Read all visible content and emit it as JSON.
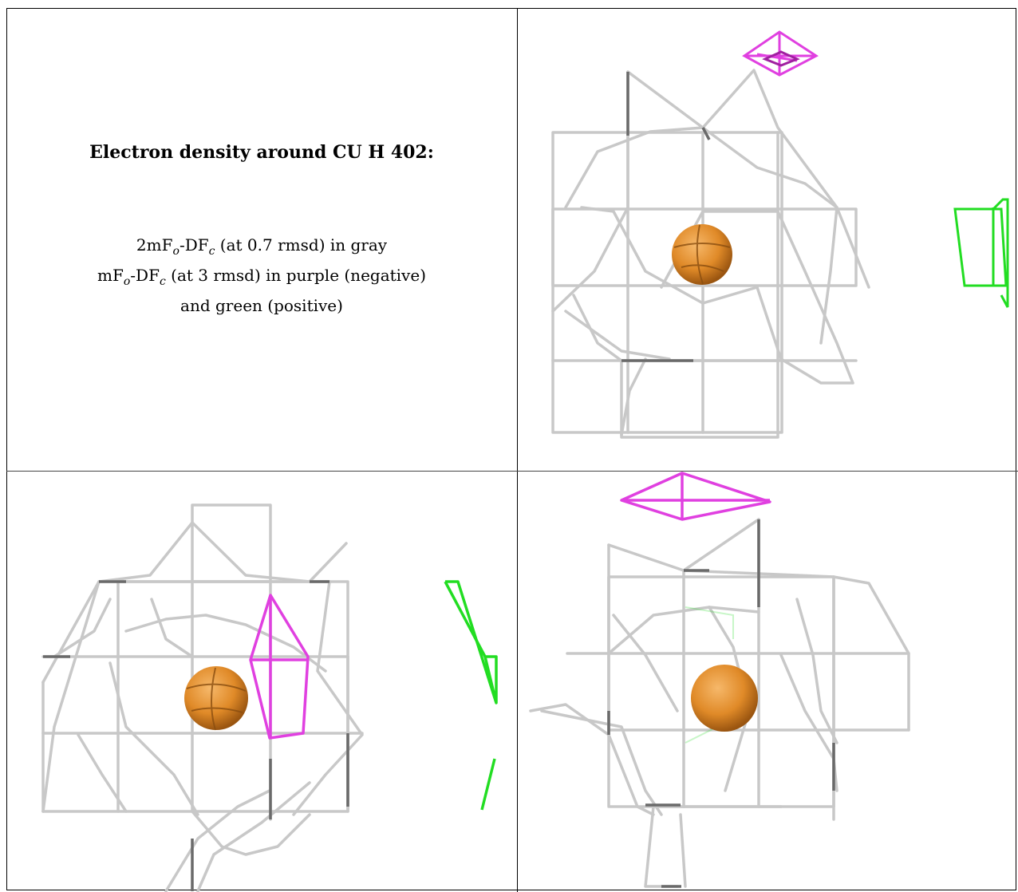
{
  "caption": {
    "title": "Electron density around CU H 402:",
    "line1_prefix": "2mF",
    "line1_sub_o": "o",
    "line1_mid": "-DF",
    "line1_sub_c": "c",
    "line1_suffix": " (at 0.7 rmsd) in gray",
    "line2_prefix": "mF",
    "line2_sub_o": "o",
    "line2_mid": "-DF",
    "line2_sub_c": "c",
    "line2_suffix": " (at 3 rmsd) in purple (negative)",
    "line3": "and green (positive)"
  },
  "colors": {
    "mesh_2fofc": "#c4c4c4",
    "mesh_dark": "#6a6a6a",
    "negative": "#e040e0",
    "positive": "#22dd22",
    "copper_sphere": "#e08a28"
  },
  "views": [
    {
      "name": "view-top-right",
      "density": "2mFo-DFc mesh with negative and positive difference density"
    },
    {
      "name": "view-bottom-left",
      "density": "2mFo-DFc mesh with negative and positive difference density"
    },
    {
      "name": "view-bottom-right",
      "density": "2mFo-DFc mesh with negative difference density"
    }
  ]
}
